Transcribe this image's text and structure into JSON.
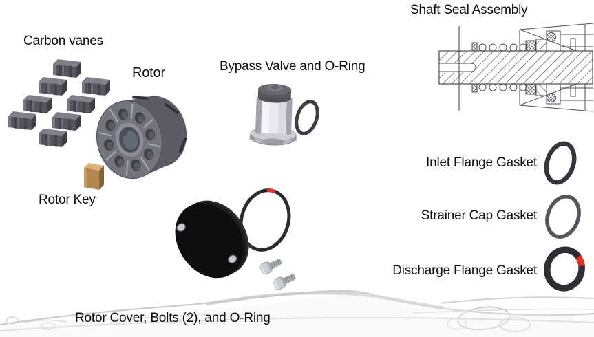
{
  "labels": {
    "carbon_vanes": "Carbon vanes",
    "rotor": "Rotor",
    "rotor_key": "Rotor Key",
    "bypass_valve_oring": "Bypass Valve and O-Ring",
    "shaft_seal_assembly": "Shaft Seal Assembly",
    "inlet_flange_gasket": "Inlet Flange Gasket",
    "strainer_cap_gasket": "Strainer Cap Gasket",
    "discharge_flange_gasket": "Discharge Flange Gasket",
    "rotor_cover_bolts_oring": "Rotor Cover, Bolts (2), and O-Ring"
  },
  "counts": {
    "carbon_vanes_shown": 8,
    "bolts_shown": 2
  },
  "colors": {
    "background": "#ffffff",
    "text": "#0d0d0d",
    "metal_gray": "#5a5a64",
    "metal_gray_light": "#7c7c86",
    "rotor_key_brass": "#b2874f",
    "o_ring_dark": "#35353d",
    "red_marker": "#e03228",
    "technical_line": "#4d4d55",
    "bolt_silver": "#c8cdd3",
    "cover_black": "#0e0e10",
    "wave_gray": "#cfcfcf"
  }
}
